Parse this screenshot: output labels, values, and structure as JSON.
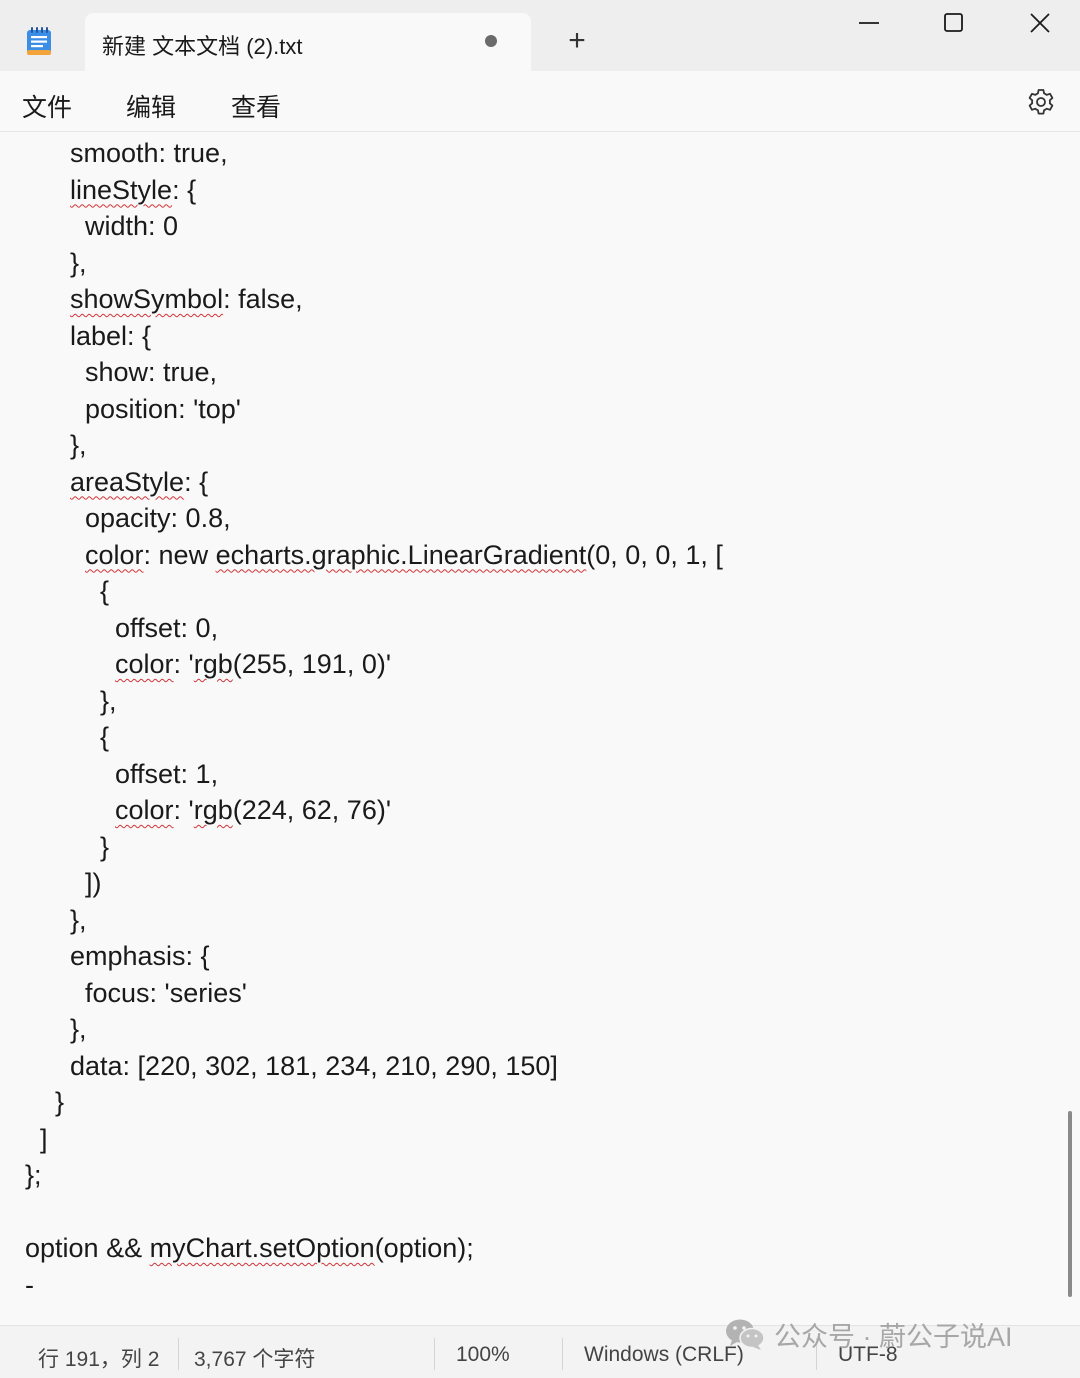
{
  "window": {
    "tab_title": "新建 文本文档 (2).txt",
    "new_tab_label": "+"
  },
  "menu": {
    "file": "文件",
    "edit": "编辑",
    "view": "查看"
  },
  "editor": {
    "lines": [
      {
        "indent": 70,
        "parts": [
          {
            "t": "smooth: true,"
          }
        ]
      },
      {
        "indent": 70,
        "parts": [
          {
            "t": "lineStyle",
            "sq": true
          },
          {
            "t": ": {"
          }
        ]
      },
      {
        "indent": 85,
        "parts": [
          {
            "t": "width: 0"
          }
        ]
      },
      {
        "indent": 70,
        "parts": [
          {
            "t": "},"
          }
        ]
      },
      {
        "indent": 70,
        "parts": [
          {
            "t": "showSymbol",
            "sq": true
          },
          {
            "t": ": false,"
          }
        ]
      },
      {
        "indent": 70,
        "parts": [
          {
            "t": "label: {"
          }
        ]
      },
      {
        "indent": 85,
        "parts": [
          {
            "t": "show: true,"
          }
        ]
      },
      {
        "indent": 85,
        "parts": [
          {
            "t": "position: 'top'"
          }
        ]
      },
      {
        "indent": 70,
        "parts": [
          {
            "t": "},"
          }
        ]
      },
      {
        "indent": 70,
        "parts": [
          {
            "t": "areaStyle",
            "sq": true
          },
          {
            "t": ": {"
          }
        ]
      },
      {
        "indent": 85,
        "parts": [
          {
            "t": "opacity: 0.8,"
          }
        ]
      },
      {
        "indent": 85,
        "parts": [
          {
            "t": "color",
            "sq": true
          },
          {
            "t": ": new "
          },
          {
            "t": "echarts.graphic.LinearGradient",
            "sq": true
          },
          {
            "t": "(0, 0, 0, 1, ["
          }
        ]
      },
      {
        "indent": 100,
        "parts": [
          {
            "t": "{"
          }
        ]
      },
      {
        "indent": 115,
        "parts": [
          {
            "t": "offset: 0,"
          }
        ]
      },
      {
        "indent": 115,
        "parts": [
          {
            "t": "color",
            "sq": true
          },
          {
            "t": ": '"
          },
          {
            "t": "rgb",
            "sq": true
          },
          {
            "t": "(255, 191, 0)'"
          }
        ]
      },
      {
        "indent": 100,
        "parts": [
          {
            "t": "},"
          }
        ]
      },
      {
        "indent": 100,
        "parts": [
          {
            "t": "{"
          }
        ]
      },
      {
        "indent": 115,
        "parts": [
          {
            "t": "offset: 1,"
          }
        ]
      },
      {
        "indent": 115,
        "parts": [
          {
            "t": "color",
            "sq": true
          },
          {
            "t": ": '"
          },
          {
            "t": "rgb",
            "sq": true
          },
          {
            "t": "(224, 62, 76)'"
          }
        ]
      },
      {
        "indent": 100,
        "parts": [
          {
            "t": "}"
          }
        ]
      },
      {
        "indent": 85,
        "parts": [
          {
            "t": "])"
          }
        ]
      },
      {
        "indent": 70,
        "parts": [
          {
            "t": "},"
          }
        ]
      },
      {
        "indent": 70,
        "parts": [
          {
            "t": "emphasis: {"
          }
        ]
      },
      {
        "indent": 85,
        "parts": [
          {
            "t": "focus: 'series'"
          }
        ]
      },
      {
        "indent": 70,
        "parts": [
          {
            "t": "},"
          }
        ]
      },
      {
        "indent": 70,
        "parts": [
          {
            "t": "data: [220, 302, 181, 234, 210, 290, 150]"
          }
        ]
      },
      {
        "indent": 55,
        "parts": [
          {
            "t": "}"
          }
        ]
      },
      {
        "indent": 40,
        "parts": [
          {
            "t": "]"
          }
        ]
      },
      {
        "indent": 25,
        "parts": [
          {
            "t": "};"
          }
        ]
      },
      {
        "indent": 25,
        "parts": [
          {
            "t": ""
          }
        ]
      },
      {
        "indent": 25,
        "parts": [
          {
            "t": "option && "
          },
          {
            "t": "myChart.setOption",
            "sq": true
          },
          {
            "t": "(option);"
          }
        ]
      },
      {
        "indent": 25,
        "parts": [
          {
            "t": "-"
          }
        ]
      }
    ]
  },
  "status": {
    "position": "行 191，列 2",
    "char_count": "3,767 个字符",
    "zoom": "100%",
    "line_ending": "Windows (CRLF)",
    "encoding": "UTF-8"
  },
  "watermark": {
    "text": "公众号 · 蔚公子说AI"
  },
  "colors": {
    "spell_underline": "#d13438",
    "titlebar_bg": "#eeeeee",
    "editor_bg": "#f9f9f9"
  },
  "icons": {
    "app": "notepad-icon",
    "settings": "gear-icon",
    "minimize": "minimize-icon",
    "maximize": "maximize-icon",
    "close": "close-icon",
    "unsaved": "unsaved-dot-icon",
    "watermark": "wechat-icon"
  }
}
